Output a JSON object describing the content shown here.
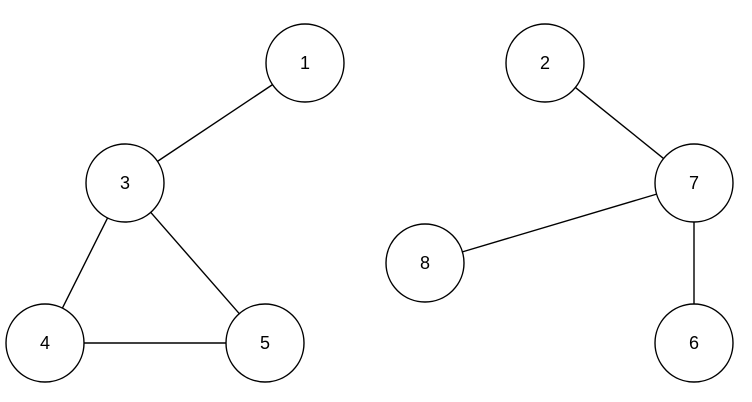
{
  "graph": {
    "nodes": [
      "1",
      "2",
      "3",
      "4",
      "5",
      "6",
      "7",
      "8"
    ],
    "edges": [
      [
        "1",
        "3"
      ],
      [
        "3",
        "4"
      ],
      [
        "3",
        "5"
      ],
      [
        "4",
        "5"
      ],
      [
        "2",
        "7"
      ],
      [
        "7",
        "8"
      ],
      [
        "7",
        "6"
      ]
    ],
    "colors": {
      "stroke": "#000000",
      "fill": "#ffffff",
      "text": "#000000"
    }
  }
}
